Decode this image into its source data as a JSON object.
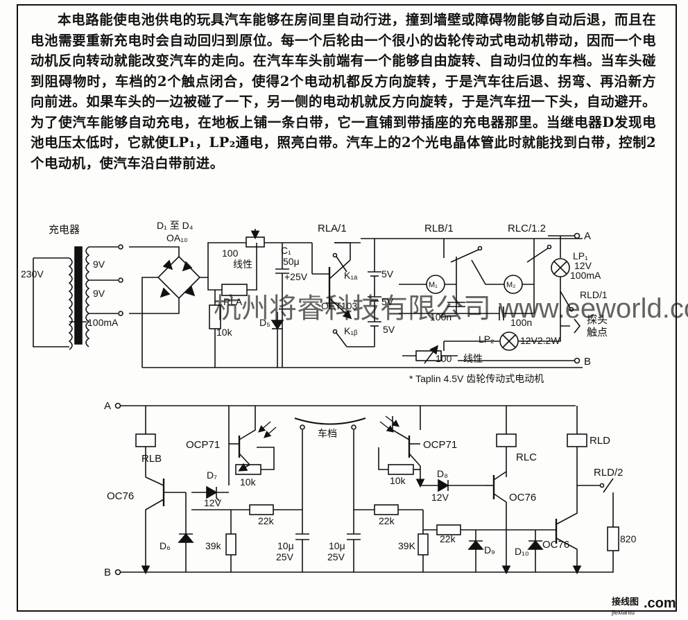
{
  "description_text": "本电路能使电池供电的玩具汽车能够在房间里自动行进，撞到墙壁或障碍物能够自动后退，而且在电池需要重新充电时会自动回归到原位。每一个后轮由一个很小的齿轮传动式电动机带动，因而一个电动机反向转动就能改变汽车的走向。在汽车车头前端有一个能够自由旋转、自动归位的车档。当车头碰到阻碍物时，车档的2个触点闭合，使得2个电动机都反方向旋转，于是汽车往后退、拐弯、再沿新方向前进。如果车头的一边被碰了一下，另一侧的电动机就反方向旋转，于是汽车扭一下头，自动避开。为了使汽车能够自动充电，在地板上铺一条白带，它一直铺到带插座的充电器那里。当继电器D发现电池电压太低时，它就使LP₁，LP₂通电，照亮白带。汽车上的2个光电晶体管此时就能找到白带，控制2个电动机，使汽车沿白带前进。",
  "labels": {
    "charger": "充电器",
    "v230": "230V",
    "v9a": "9V",
    "v9b": "9V",
    "ma100": "100mA",
    "d1d4": "D₁ 至 D₄",
    "oa10": "OA₁₀",
    "r100lin_a": "100",
    "r100lin_b": "线性",
    "c1": "C₁",
    "c1_val": "50μ",
    "c1_v": "+25V",
    "rla": "RLA",
    "r10k": "10k",
    "d5": "D₅",
    "rla1": "RLA/1",
    "rlb1": "RLB/1",
    "rlc12": "RLC/1.2",
    "oet103": "OET103",
    "k1a": "K₁ₐ",
    "k1b": "K₁ᵦ",
    "v5a": "5V",
    "v5b": "5V",
    "v5c": "5V",
    "m1": "M₁",
    "m2": "M₂",
    "c100n_a": "100n",
    "c100n_b": "100n",
    "nodeA": "A",
    "nodeB": "B",
    "lp1": "LP₁",
    "lp1_v": "12V",
    "lp1_i": "100mA",
    "rld1": "RLD/1",
    "probe": "探头",
    "contact": "触点",
    "lp2": "LP₂",
    "lp2_v": "12V2.2W",
    "r100lin2_a": "100",
    "r100lin2_b": "线性",
    "motor_note": "* Taplin 4.5V 齿轮传动式电动机",
    "low_A": "A",
    "low_B": "B",
    "rlb": "RLB",
    "ocp71_l": "OCP71",
    "oc76_l": "OC76",
    "d7": "D₇",
    "z12_l": "12V",
    "r10k_l": "10k",
    "r22k_l": "22k",
    "d6": "D₆",
    "r39k_l": "39k",
    "c10u_l": "10μ",
    "c25v_l": "25V",
    "bumper": "车档",
    "c10u_r": "10μ",
    "c25v_r": "25V",
    "r39k_r": "39K",
    "ocp71_r": "OCP71",
    "r10k_r": "10k",
    "d8": "D₈",
    "z12_r": "12V",
    "r22k_r1": "22k",
    "r22k_r2": "22k",
    "d9": "D₉",
    "rlc": "RLC",
    "oc76_r": "OC76",
    "d10": "D₁₀",
    "oc76_rr": "OC76",
    "rld": "RLD",
    "rld2": "RLD/2",
    "r820": "820"
  },
  "watermark": "杭州将睿科技有限公司 www.eeworld.com.cn",
  "logo": {
    "cn": "接线图",
    "com": ".com",
    "url": "jiexiantu"
  }
}
